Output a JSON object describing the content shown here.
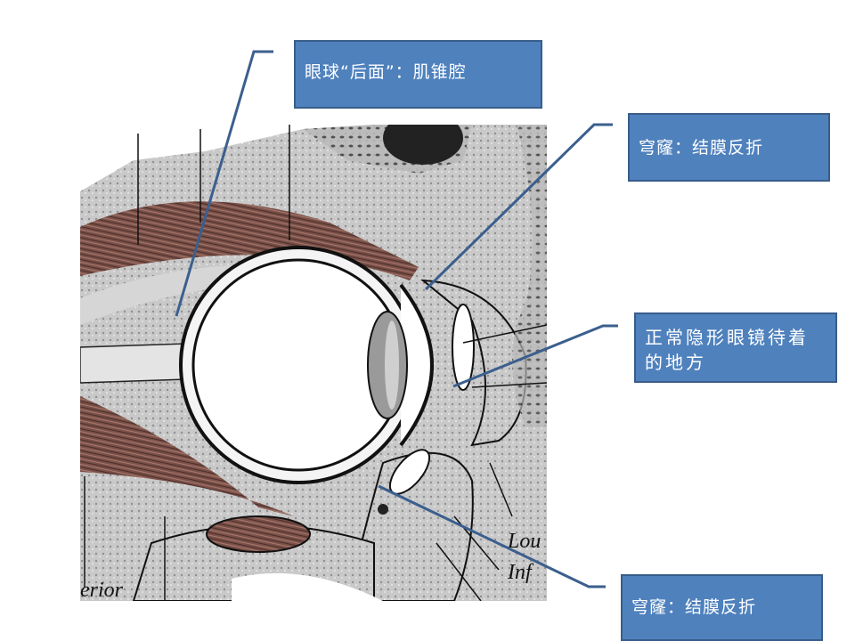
{
  "figure": {
    "description": "Sagittal section of the eye and orbit (engraving)",
    "labels": [
      {
        "id": "lower",
        "text": "Lou"
      },
      {
        "id": "inferior-oblique",
        "text": "Inf"
      },
      {
        "id": "inferior",
        "text": "erior"
      }
    ]
  },
  "callouts": [
    {
      "id": "muscle-cone",
      "text": "眼球“后面”：肌锥腔"
    },
    {
      "id": "fornix-upper",
      "text": "穹窿：结膜反折"
    },
    {
      "id": "contact-lens",
      "text": "正常隐形眼镜待着的地方"
    },
    {
      "id": "fornix-lower",
      "text": "穹窿：结膜反折"
    }
  ],
  "colors": {
    "callout_fill": "#4f81bd",
    "callout_border": "#385d8a",
    "connector": "#3b5f8e",
    "muscle": "#8a5a50"
  }
}
